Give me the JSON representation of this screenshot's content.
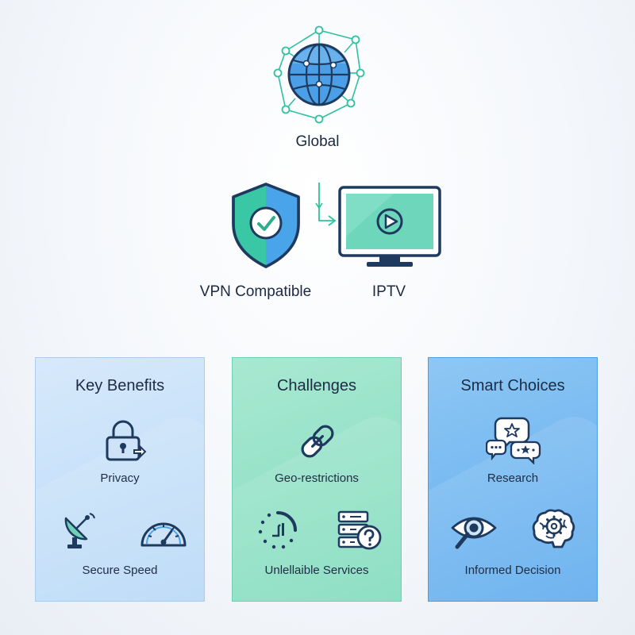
{
  "top": {
    "global_label": "Global",
    "vpn_label": "VPN Compatible",
    "iptv_label": "IPTV"
  },
  "panels": [
    {
      "title": "Key Benefits",
      "item1": "Privacy",
      "item2": "Secure Speed",
      "color": "#b8d9f7"
    },
    {
      "title": "Challenges",
      "item1": "Geo-restrictions",
      "item2": "Unlellaible Services",
      "color": "#82dcbe"
    },
    {
      "title": "Smart Choices",
      "item1": "Research",
      "item2": "Informed Decision",
      "color": "#5fabee"
    }
  ],
  "icons": {
    "global": "globe-network-icon",
    "vpn": "shield-check-icon",
    "iptv": "tv-play-icon",
    "privacy": "lock-arrow-icon",
    "satellite": "satellite-dish-icon",
    "speed": "speedometer-icon",
    "geo": "chain-link-icon",
    "loading": "loading-spinner-icon",
    "server": "server-question-icon",
    "research": "review-bubbles-icon",
    "eye": "eye-magnifier-icon",
    "brain": "brain-gear-icon"
  }
}
